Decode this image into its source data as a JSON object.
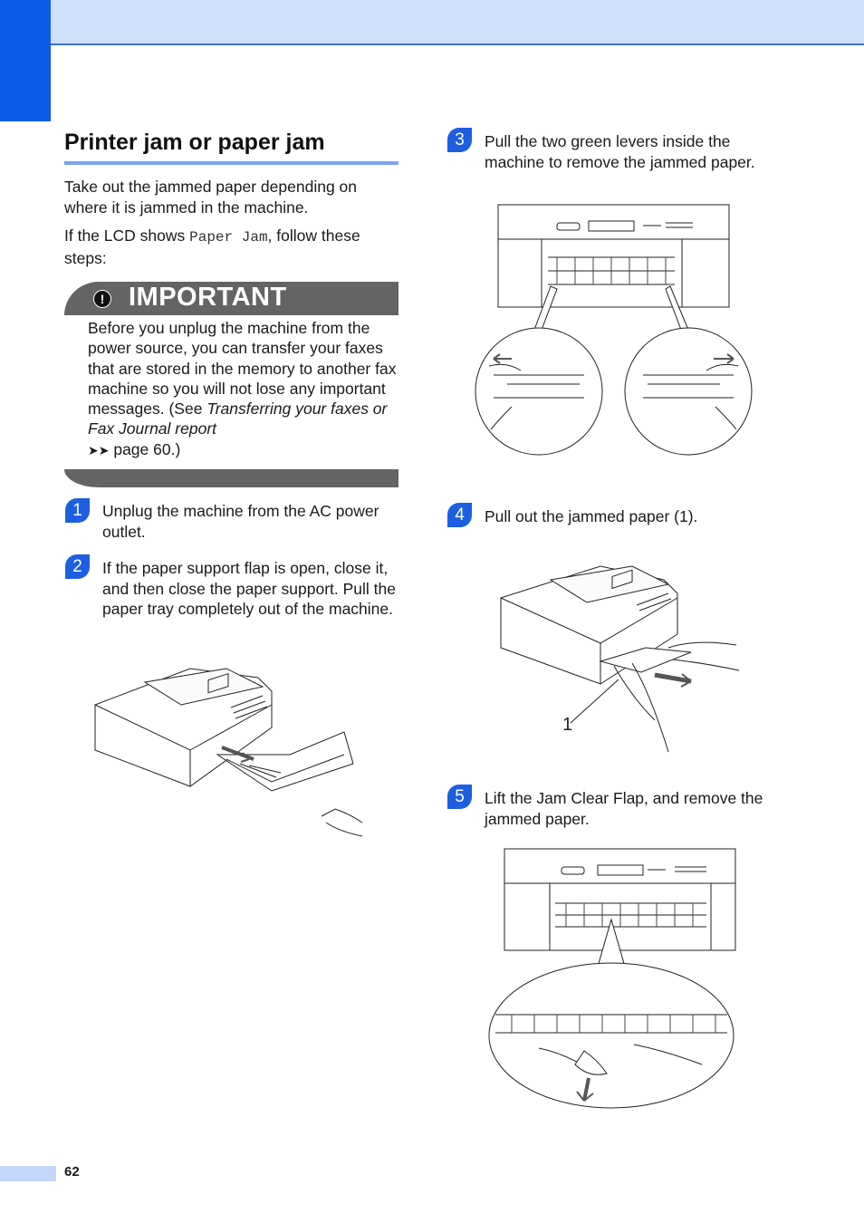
{
  "section_title": "Printer jam or paper jam",
  "intro": "Take out the jammed paper depending on where it is jammed in the machine.",
  "lcd_line": {
    "prefix": "If the LCD shows ",
    "code": "Paper Jam",
    "suffix": ", follow these steps:"
  },
  "important": {
    "title": "IMPORTANT",
    "body_start": "Before you unplug the machine from the power source, you can transfer your faxes that are stored in the memory to another fax machine so you will not lose any important messages. (See ",
    "body_italic": "Transferring your faxes or Fax Journal report",
    "arrows": "➤➤",
    "body_end": " page 60.)"
  },
  "steps": [
    {
      "badge": "1",
      "text": "Unplug the machine from the AC power outlet."
    },
    {
      "badge": "2",
      "text": "If the paper support flap is open, close it, and then close the paper support. Pull the paper tray completely out of the machine."
    },
    {
      "badge": "3",
      "text": "Pull the two green levers inside the machine to remove the jammed paper."
    },
    {
      "badge": "4",
      "text": "Pull out the jammed paper (1)."
    },
    {
      "badge": "5",
      "text": "Lift the Jam Clear Flap, and remove the jammed paper."
    }
  ],
  "callout_1": "1",
  "page_number": "62",
  "colors": {
    "accent": "#1e5fe0",
    "side_tab": "#0a5be8",
    "top_bar": "#cfe0fb",
    "important_bar": "#646464"
  }
}
